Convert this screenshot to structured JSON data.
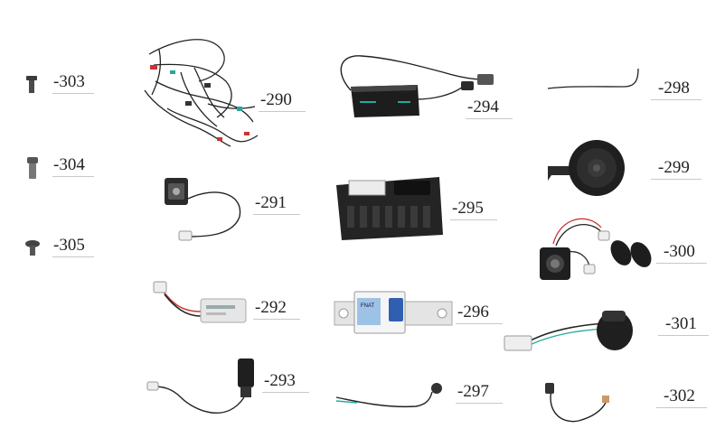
{
  "parts": [
    {
      "id": "303",
      "label": "-303"
    },
    {
      "id": "304",
      "label": "-304"
    },
    {
      "id": "305",
      "label": "-305"
    },
    {
      "id": "290",
      "label": "-290"
    },
    {
      "id": "291",
      "label": "-291"
    },
    {
      "id": "292",
      "label": "-292"
    },
    {
      "id": "293",
      "label": "-293"
    },
    {
      "id": "294",
      "label": "-294"
    },
    {
      "id": "295",
      "label": "-295"
    },
    {
      "id": "296",
      "label": "-296"
    },
    {
      "id": "297",
      "label": "-297"
    },
    {
      "id": "298",
      "label": "-298"
    },
    {
      "id": "299",
      "label": "-299"
    },
    {
      "id": "300",
      "label": "-300"
    },
    {
      "id": "301",
      "label": "-301"
    },
    {
      "id": "302",
      "label": "-302"
    }
  ],
  "breaker_text": "FNAT"
}
